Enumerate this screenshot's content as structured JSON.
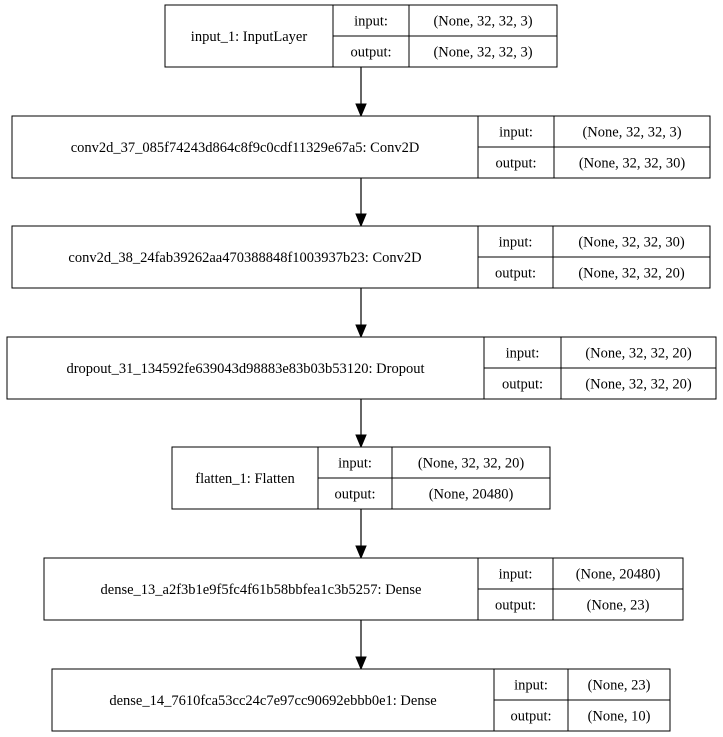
{
  "diagram": {
    "nodes": [
      {
        "id": "input_1",
        "name": "input_1: InputLayer",
        "io": [
          {
            "label": "input:",
            "shape": "(None, 32, 32, 3)"
          },
          {
            "label": "output:",
            "shape": "(None, 32, 32, 3)"
          }
        ]
      },
      {
        "id": "conv2d_37",
        "name": "conv2d_37_085f74243d864c8f9c0cdf11329e67a5: Conv2D",
        "io": [
          {
            "label": "input:",
            "shape": "(None, 32, 32, 3)"
          },
          {
            "label": "output:",
            "shape": "(None, 32, 32, 30)"
          }
        ]
      },
      {
        "id": "conv2d_38",
        "name": "conv2d_38_24fab39262aa470388848f1003937b23: Conv2D",
        "io": [
          {
            "label": "input:",
            "shape": "(None, 32, 32, 30)"
          },
          {
            "label": "output:",
            "shape": "(None, 32, 32, 20)"
          }
        ]
      },
      {
        "id": "dropout_31",
        "name": "dropout_31_134592fe639043d98883e83b03b53120: Dropout",
        "io": [
          {
            "label": "input:",
            "shape": "(None, 32, 32, 20)"
          },
          {
            "label": "output:",
            "shape": "(None, 32, 32, 20)"
          }
        ]
      },
      {
        "id": "flatten_1",
        "name": "flatten_1: Flatten",
        "io": [
          {
            "label": "input:",
            "shape": "(None, 32, 32, 20)"
          },
          {
            "label": "output:",
            "shape": "(None, 20480)"
          }
        ]
      },
      {
        "id": "dense_13",
        "name": "dense_13_a2f3b1e9f5fc4f61b58bbfea1c3b5257: Dense",
        "io": [
          {
            "label": "input:",
            "shape": "(None, 20480)"
          },
          {
            "label": "output:",
            "shape": "(None, 23)"
          }
        ]
      },
      {
        "id": "dense_14",
        "name": "dense_14_7610fca53cc24c7e97cc90692ebbb0e1: Dense",
        "io": [
          {
            "label": "input:",
            "shape": "(None, 23)"
          },
          {
            "label": "output:",
            "shape": "(None, 10)"
          }
        ]
      }
    ],
    "edges": [
      {
        "from": "input_1",
        "to": "conv2d_37"
      },
      {
        "from": "conv2d_37",
        "to": "conv2d_38"
      },
      {
        "from": "conv2d_38",
        "to": "dropout_31"
      },
      {
        "from": "dropout_31",
        "to": "flatten_1"
      },
      {
        "from": "flatten_1",
        "to": "dense_13"
      },
      {
        "from": "dense_13",
        "to": "dense_14"
      }
    ]
  }
}
